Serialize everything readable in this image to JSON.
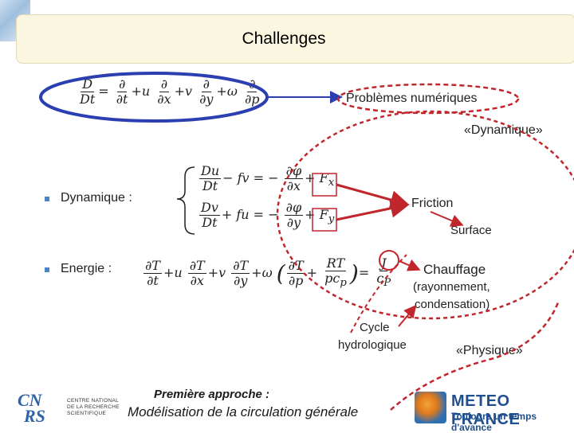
{
  "slide": {
    "title": "Challenges",
    "top_equation_label": "D/Dt = ∂/∂t + u ∂/∂x + v ∂/∂y + ω ∂/∂p",
    "problem_label": "Problèmes numériques",
    "dynamic_label": "«Dynamique»",
    "physics_label": "«Physique»",
    "bullets": [
      {
        "label": "Dynamique :"
      },
      {
        "label": "Energie :"
      }
    ],
    "friction_label": "Friction",
    "surface_label": "Surface",
    "heating_label": "Chauffage",
    "heating_detail_line1": "(rayonnement,",
    "heating_detail_line2": "condensation)",
    "cycle_line1": "Cycle",
    "cycle_line2": "hydrologique",
    "footer_line1": "Première approche :",
    "footer_line2": "Modélisation de la circulation générale"
  },
  "logos": {
    "cnrs_text": "CNRS",
    "cnrs_caption_line1": "CENTRE NATIONAL",
    "cnrs_caption_line2": "DE LA RECHERCHE",
    "cnrs_caption_line3": "SCIENTIFIQUE",
    "mf_title": "METEO FRANCE",
    "mf_subtitle": "Toujours un temps d'avance"
  },
  "colors": {
    "accent_blue": "#2b3fb0",
    "accent_red": "#c0262b",
    "title_bg": "#fbf6df",
    "bullet": "#4a86c4"
  }
}
